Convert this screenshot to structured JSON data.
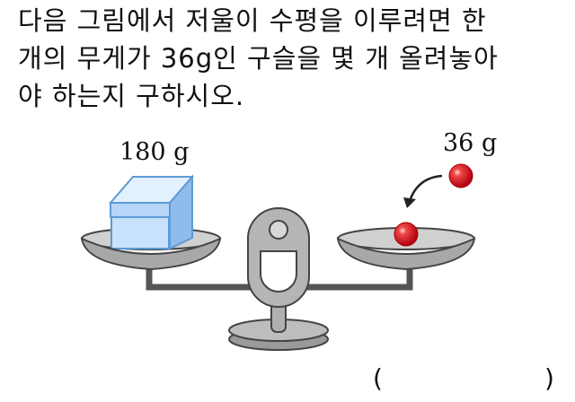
{
  "question": {
    "lines": [
      "다음 그림에서 저울이 수평을 이루려면 한",
      "개의 무게가 36g인 구슬을 몇 개 올려놓아",
      "야 하는지 구하시오."
    ]
  },
  "figure": {
    "left_label": "180 g",
    "right_label": "36 g",
    "colors": {
      "box": "#a9d0f5",
      "box_stroke": "#5b9bd8",
      "pan": "#b5b5b5",
      "pan_stroke": "#444444",
      "marble": "#e8202a"
    }
  },
  "answer": {
    "open": "(",
    "close": ")"
  }
}
